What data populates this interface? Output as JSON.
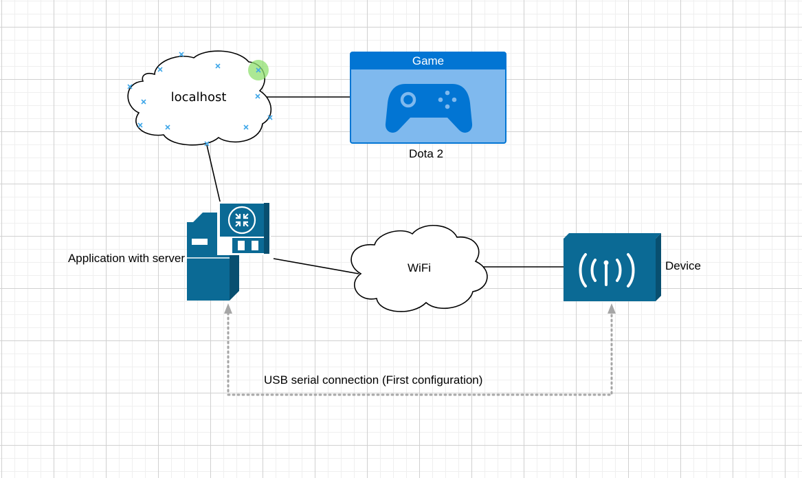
{
  "diagram": {
    "nodes": {
      "localhost": {
        "label": "localhost",
        "shape": "cloud"
      },
      "game": {
        "title": "Game",
        "caption": "Dota 2",
        "icon": "gamepad-icon"
      },
      "server": {
        "label": "Application with server",
        "icon": "server-with-router-icon"
      },
      "wifi": {
        "label": "WiFi",
        "shape": "cloud"
      },
      "device": {
        "label": "Device",
        "icon": "wireless-antenna-icon"
      }
    },
    "edges": [
      {
        "from": "localhost",
        "to": "game",
        "style": "solid"
      },
      {
        "from": "localhost",
        "to": "server",
        "style": "solid"
      },
      {
        "from": "server",
        "to": "wifi",
        "style": "solid"
      },
      {
        "from": "wifi",
        "to": "device",
        "style": "solid"
      },
      {
        "from": "server",
        "to": "device",
        "style": "dotted",
        "label": "USB serial connection (First configuration)"
      }
    ],
    "colors": {
      "icon_blue": "#0b6a95",
      "game_header": "#0275d3",
      "game_body": "#7fb9ee",
      "selection_marker": "#3fa7e8",
      "hover_highlight": "#90e070",
      "dotted_line": "#a6a6a6"
    }
  }
}
